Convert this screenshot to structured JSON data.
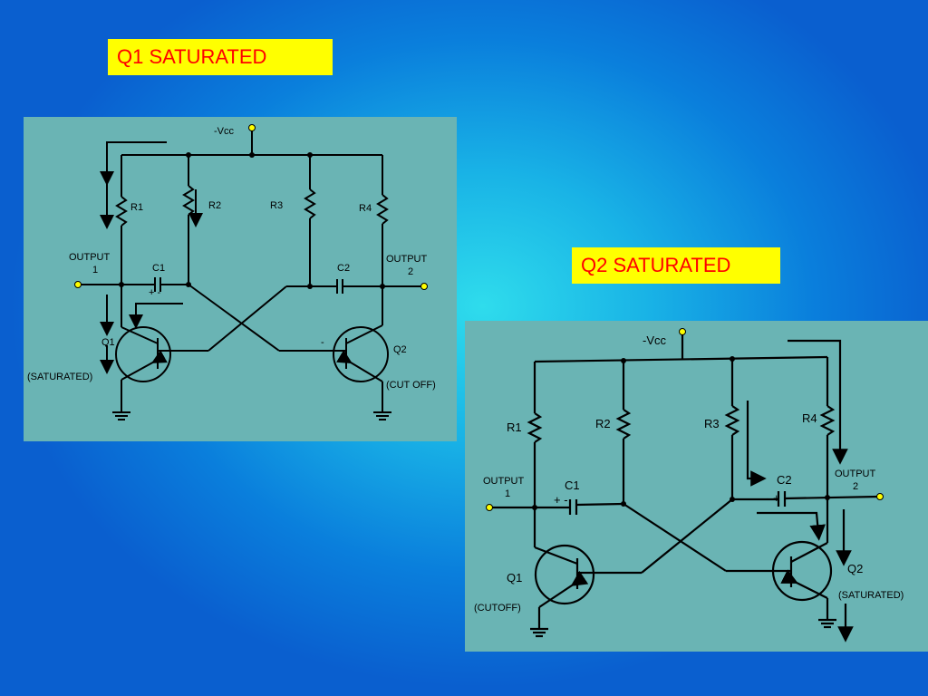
{
  "labels": {
    "q1": "Q1 SATURATED",
    "q2": "Q2 SATURATED"
  },
  "diagram1": {
    "vcc": "-Vcc",
    "r1": "R1",
    "r2": "R2",
    "r3": "R3",
    "r4": "R4",
    "c1": "C1",
    "c2": "C2",
    "c1_pol": "+ -",
    "output1_line1": "OUTPUT",
    "output1_line2": "1",
    "output2_line1": "OUTPUT",
    "output2_line2": "2",
    "q1": "Q1",
    "q1_state": "(SATURATED)",
    "q2": "Q2",
    "q2_state": "(CUT OFF)",
    "q2_base_pol": "-"
  },
  "diagram2": {
    "vcc": "-Vcc",
    "r1": "R1",
    "r2": "R2",
    "r3": "R3",
    "r4": "R4",
    "c1": "C1",
    "c2": "C2",
    "c1_pol": "+  -",
    "c2_pol": "-  +",
    "output1_line1": "OUTPUT",
    "output1_line2": "1",
    "output2_line1": "OUTPUT",
    "output2_line2": "2",
    "q1": "Q1",
    "q1_state": "(CUTOFF)",
    "q2": "Q2",
    "q2_state": "(SATURATED)"
  },
  "colors": {
    "label_bg": "#ffff00",
    "label_text": "#ff0000",
    "panel": "#6ab4b4",
    "terminal": "#ffff00"
  }
}
